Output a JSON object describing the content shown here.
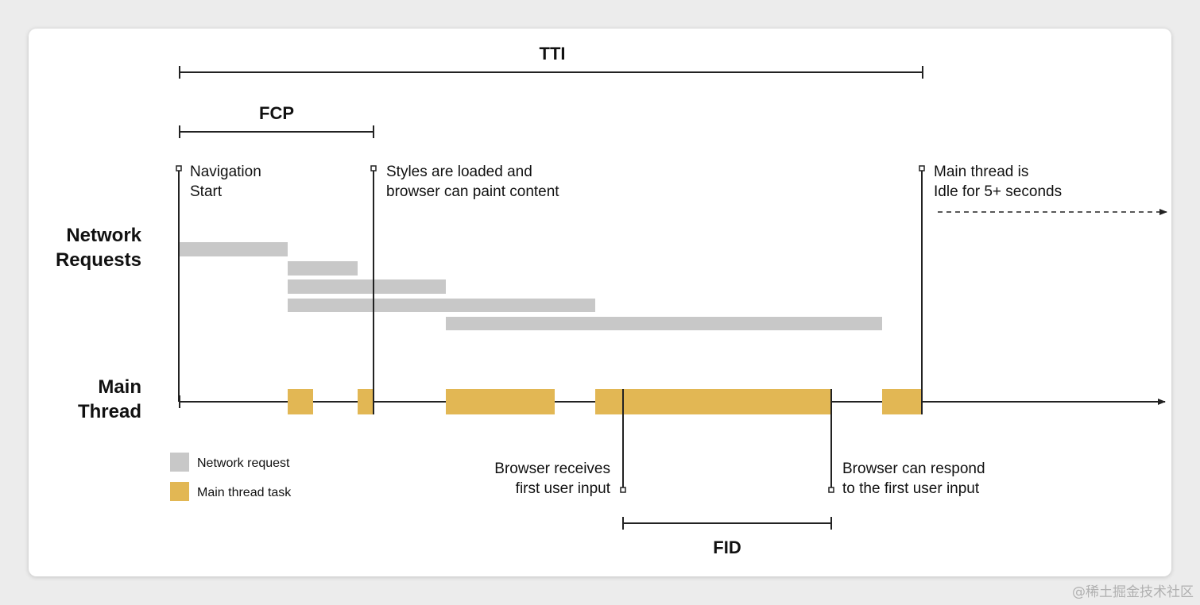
{
  "metrics": {
    "tti": "TTI",
    "fcp": "FCP",
    "fid": "FID"
  },
  "row_labels": {
    "network_line1": "Network",
    "network_line2": "Requests",
    "main_line1": "Main",
    "main_line2": "Thread"
  },
  "markers": {
    "nav_start": [
      "Navigation",
      "Start"
    ],
    "styles_loaded": [
      "Styles are loaded and",
      "browser can paint content"
    ],
    "idle": [
      "Main thread is",
      "Idle for 5+ seconds"
    ],
    "first_input": [
      "Browser receives",
      "first user input"
    ],
    "respond": [
      "Browser can respond",
      "to the first user input"
    ]
  },
  "legend": {
    "network_request": "Network request",
    "main_thread_task": "Main thread task"
  },
  "colors": {
    "network": "#c8c8c8",
    "task": "#e2b754",
    "line": "#222222"
  },
  "watermark": "@稀土掘金技术社区"
}
